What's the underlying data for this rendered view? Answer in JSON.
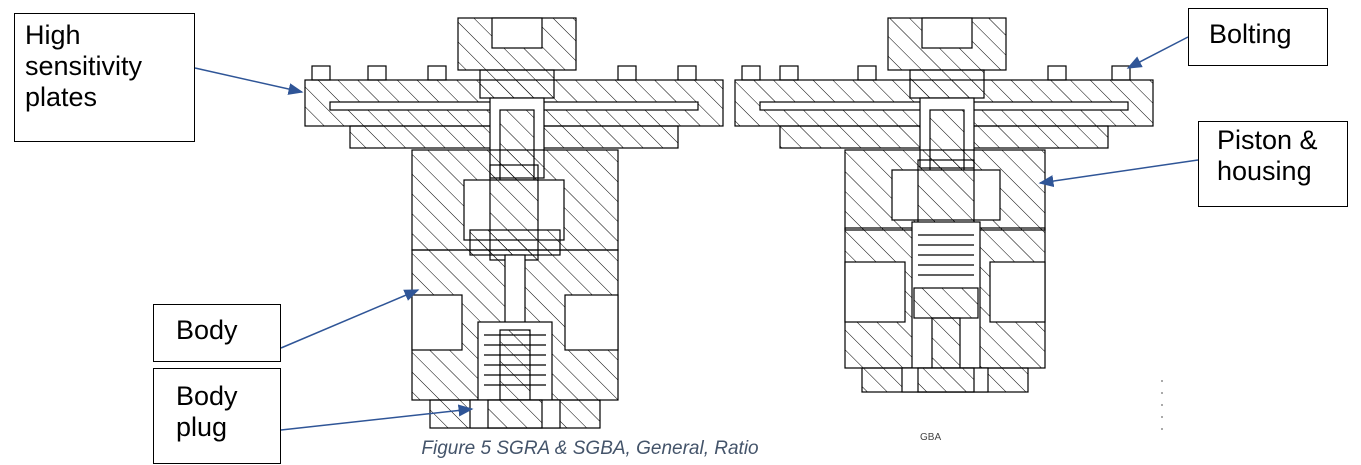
{
  "callouts": {
    "high_sensitivity": "High\nsensitivity\nplates",
    "bolting": "Bolting",
    "piston_housing": "Piston &\nhousing",
    "body": "Body",
    "body_plug": "Body\nplug"
  },
  "caption": "Figure 5 SGRA & SGBA, General, Ratio",
  "small_label": "GBA",
  "colors": {
    "arrow": "#2f5597",
    "caption": "#44546a",
    "drawing": "#000000",
    "box_border": "#000000"
  }
}
